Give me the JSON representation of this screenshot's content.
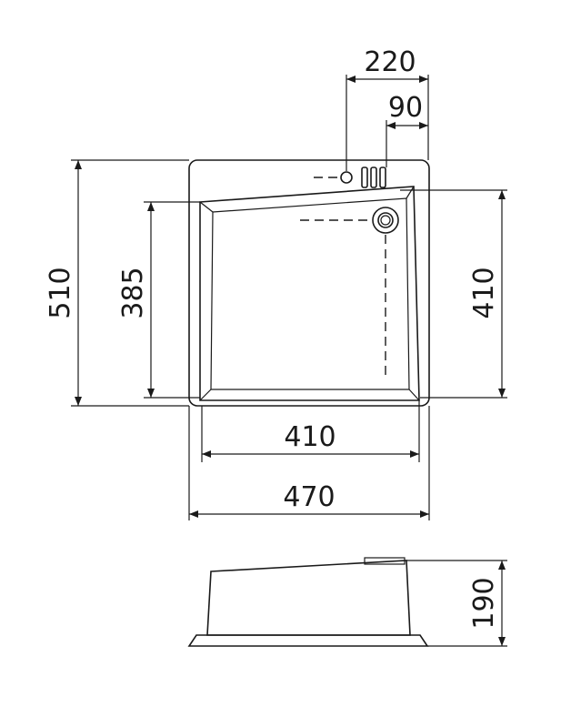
{
  "dimensions": {
    "overall_width": "470",
    "bowl_width": "410",
    "overall_depth": "510",
    "bowl_depth_left": "385",
    "bowl_depth_right": "410",
    "tap_offset": "220",
    "overflow_offset": "90",
    "height": "190"
  }
}
